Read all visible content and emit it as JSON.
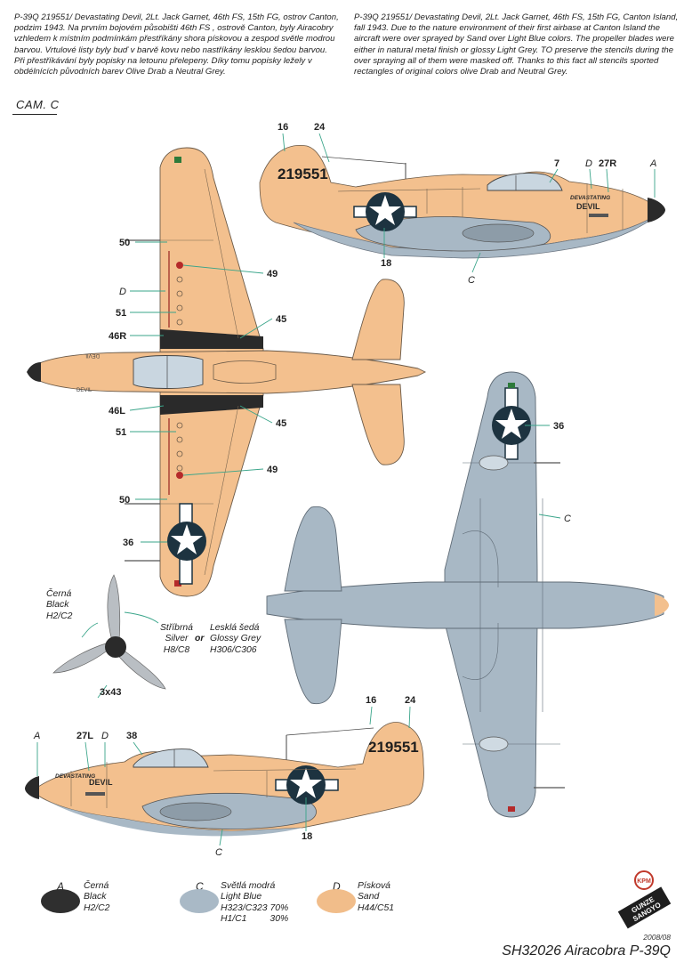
{
  "intro": {
    "czech": "P-39Q 219551/ Devastating Devil, 2Lt. Jack Garnet, 46th FS, 15th FG, ostrov Canton, podzim 1943. Na prvním bojovém působišti 46th FS , ostrově Canton, byly Airacobry vzhledem k místním podmínkám přestříkány shora pískovou a zespod světle modrou barvou. Vrtulové listy byly buď v barvě kovu nebo nastříkány lesklou šedou barvou. Při přestříkávání byly popisky na letounu přelepeny. Díky tomu popisky ležely v obdélnících původních barev Olive Drab a Neutral Grey.",
    "english": "P-39Q 219551/ Devastating Devil, 2Lt. Jack Garnet, 46th FS, 15th FG, Canton Island, fall 1943. Due to the nature environment of their first airbase at Canton Island the aircraft were over sprayed by Sand over Light Blue colors. The propeller blades were either in natural metal finish or glossy Light Grey. TO preserve the stencils during the over spraying all of them were masked off. Thanks to this fact all stencils sported rectangles of original colors olive Drab and Neutral Grey."
  },
  "camo_label": "CAM. C",
  "aircraft": {
    "serial": "219551",
    "nose_text_1": "DEVASTATING",
    "nose_text_2": "DEVIL"
  },
  "callouts": {
    "top_side": [
      "16",
      "24",
      "7",
      "D",
      "27R",
      "A",
      "18",
      "C"
    ],
    "upper": [
      "50",
      "D",
      "51",
      "46R",
      "49",
      "45",
      "46L",
      "51",
      "45",
      "49",
      "50",
      "36"
    ],
    "lower": [
      "36",
      "C"
    ],
    "bottom_side": [
      "A",
      "27L",
      "D",
      "38",
      "16",
      "24",
      "18",
      "C"
    ]
  },
  "propeller": {
    "black_cz": "Černá",
    "black_en": "Black",
    "black_code": "H2/C2",
    "silver_cz": "Stříbrná",
    "silver_en": "Silver",
    "silver_code": "H8/C8",
    "or": "or",
    "grey_cz": "Lesklá šedá",
    "grey_en": "Glossy Grey",
    "grey_code": "H306/C306",
    "stencil": "3x43"
  },
  "legend": [
    {
      "letter": "A",
      "cz": "Černá",
      "en": "Black",
      "code1": "H2/C2",
      "code2": "",
      "color": "#2f2f2f"
    },
    {
      "letter": "C",
      "cz": "Světlá modrá",
      "en": "Light Blue",
      "code1": "H323/C323 70%",
      "code2": "H1/C1         30%",
      "color": "#a9b9c6"
    },
    {
      "letter": "D",
      "cz": "Písková",
      "en": "Sand",
      "code1": "H44/C51",
      "code2": "",
      "color": "#f1bd8a"
    }
  ],
  "colors": {
    "sand": "#f3c08e",
    "light_blue": "#a8b8c5",
    "black": "#2a2a2a",
    "insignia_blue": "#1d3340",
    "leader": "#3aa58a"
  },
  "footer": {
    "date": "2008/08",
    "title": "SH32026 Airacobra P-39Q"
  },
  "logo": {
    "line1": "GUNZE",
    "line2": "SANGYO",
    "badge": "KPM"
  }
}
